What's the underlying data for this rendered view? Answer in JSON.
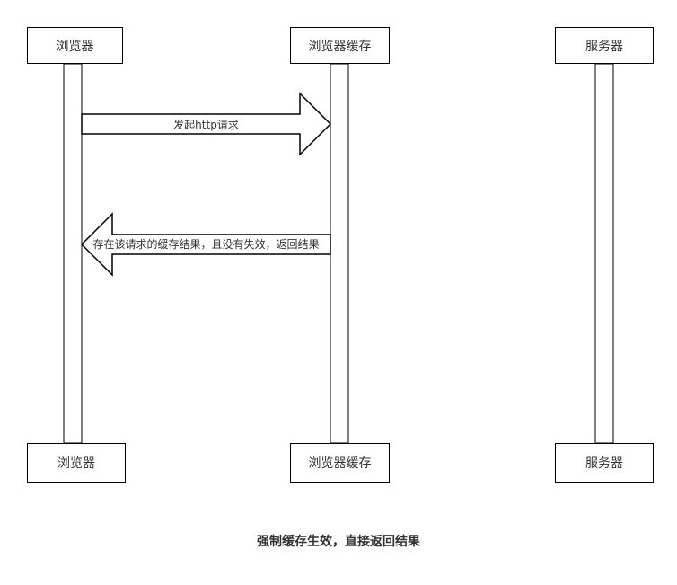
{
  "participants": {
    "browser": "浏览器",
    "browser_cache": "浏览器缓存",
    "server": "服务器"
  },
  "messages": {
    "request": "发起http请求",
    "response": "存在该请求的缓存结果，且没有失效，返回结果"
  },
  "caption": "强制缓存生效，直接返回结果"
}
